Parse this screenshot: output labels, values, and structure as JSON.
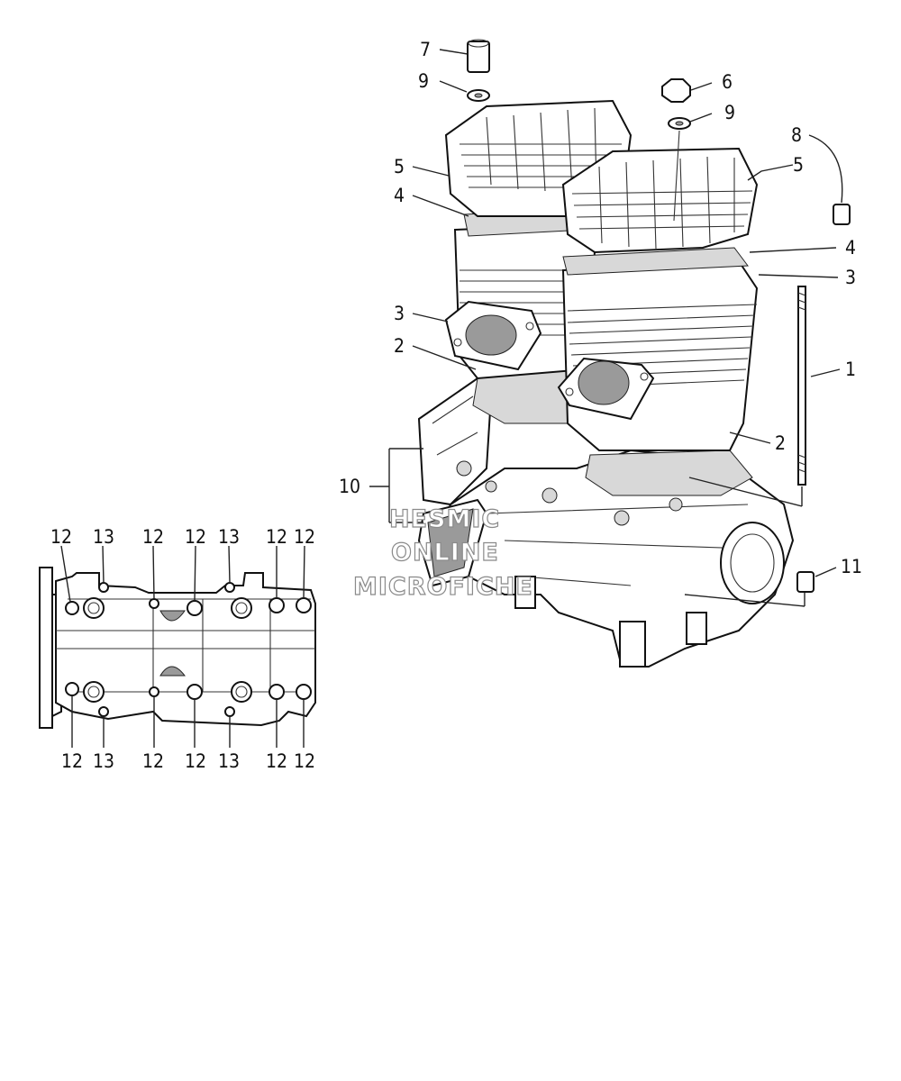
{
  "callouts": {
    "c1": "1",
    "c2a": "2",
    "c2b": "2",
    "c3a": "3",
    "c3b": "3",
    "c4a": "4",
    "c4b": "4",
    "c5a": "5",
    "c5b": "5",
    "c6": "6",
    "c7": "7",
    "c8": "8",
    "c9a": "9",
    "c9b": "9",
    "c10": "10",
    "c11": "11"
  },
  "bottom_view": {
    "top_labels": [
      "12",
      "13",
      "12",
      "12",
      "13",
      "12",
      "12"
    ],
    "bottom_labels": [
      "12",
      "13",
      "12",
      "12",
      "13",
      "12",
      "12"
    ]
  },
  "watermark": {
    "line1": "HESMIC",
    "line2": "ONLINE",
    "line3": "MICROFICHE"
  }
}
